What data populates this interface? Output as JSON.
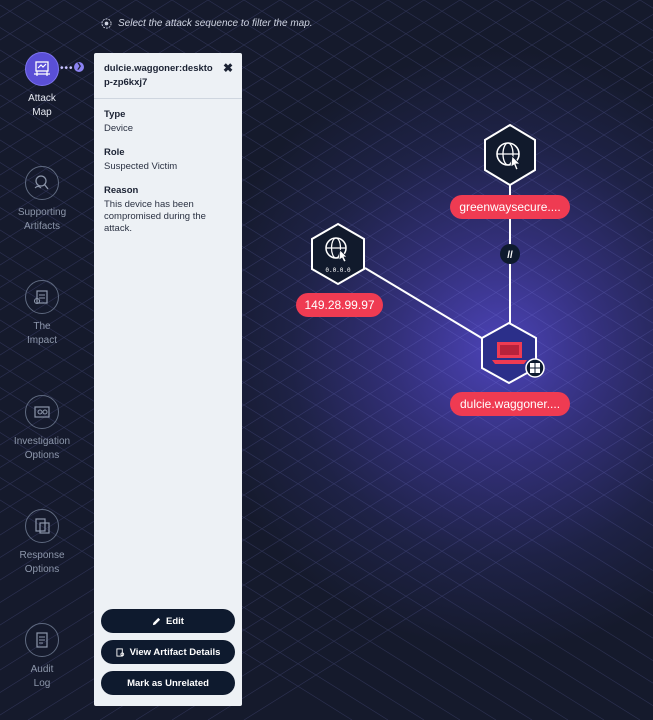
{
  "hint": {
    "text": "Select the attack sequence to filter the map."
  },
  "sidebar": {
    "items": [
      {
        "label": "Attack\nMap",
        "active": true
      },
      {
        "label": "Supporting\nArtifacts",
        "active": false
      },
      {
        "label": "The\nImpact",
        "active": false
      },
      {
        "label": "Investigation\nOptions",
        "active": false
      },
      {
        "label": "Response\nOptions",
        "active": false
      },
      {
        "label": "Audit\nLog",
        "active": false
      }
    ]
  },
  "panel": {
    "title": "dulcie.waggoner:desktop-zp6kxj7",
    "close_glyph": "✖",
    "type_label": "Type",
    "type_value": "Device",
    "role_label": "Role",
    "role_value": "Suspected Victim",
    "reason_label": "Reason",
    "reason_value": "This device has been compromised during the attack.",
    "edit_label": "Edit",
    "details_label": "View Artifact Details",
    "unrelated_label": "Mark as Unrelated"
  },
  "map": {
    "nodes": [
      {
        "label": "greenwaysecure....",
        "icon": "web-domain-icon"
      },
      {
        "label": "149.28.99.97",
        "icon": "ip-address-icon"
      },
      {
        "label": "dulcie.waggoner....",
        "icon": "laptop-icon",
        "os_badge": "windows-icon"
      }
    ],
    "ip_glyph": "0.0.0.0",
    "link_glyph": "//"
  },
  "colors": {
    "accent": "#5a4fd6",
    "alert": "#ef3b52",
    "panel_bg": "#edf1f5",
    "button_bg": "#0e1a2e"
  }
}
